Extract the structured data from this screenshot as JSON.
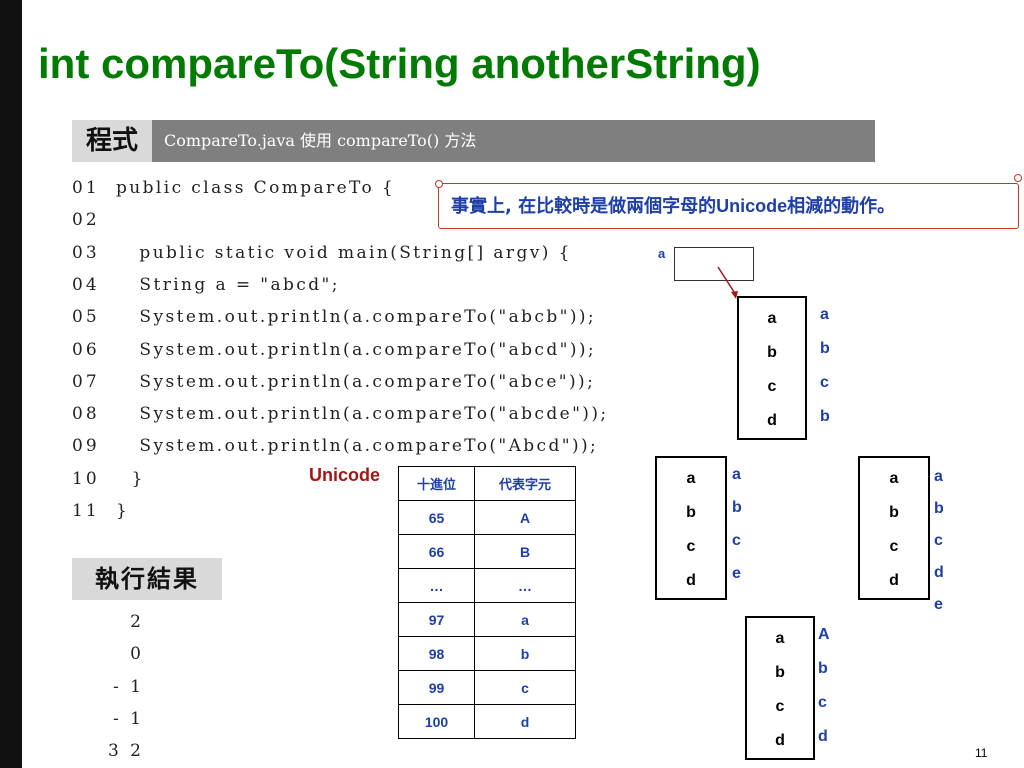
{
  "title": "int compareTo(String anotherString)",
  "program_header": {
    "badge": "程式",
    "caption": "CompareTo.java 使用 compareTo() 方法"
  },
  "code_lines": [
    {
      "ln": "01",
      "code": "public class CompareTo {"
    },
    {
      "ln": "02",
      "code": ""
    },
    {
      "ln": "03",
      "code": "   public static void main(String[] argv) {"
    },
    {
      "ln": "04",
      "code": "   String a = \"abcd\";"
    },
    {
      "ln": "05",
      "code": "   System.out.println(a.compareTo(\"abcb\"));"
    },
    {
      "ln": "06",
      "code": "   System.out.println(a.compareTo(\"abcd\"));"
    },
    {
      "ln": "07",
      "code": "   System.out.println(a.compareTo(\"abce\"));"
    },
    {
      "ln": "08",
      "code": "   System.out.println(a.compareTo(\"abcde\"));"
    },
    {
      "ln": "09",
      "code": "   System.out.println(a.compareTo(\"Abcd\"));"
    },
    {
      "ln": "10",
      "code": "  }"
    },
    {
      "ln": "11",
      "code": "}"
    }
  ],
  "callout": {
    "prefix": "事實上, 在比較時是做兩個字母的",
    "highlight": "Unicode",
    "suffix": "相減的動作。"
  },
  "variable_label": "a",
  "unicode_label": "Unicode",
  "unicode_table": {
    "headers": [
      "十進位",
      "代表字元"
    ],
    "rows": [
      [
        "65",
        "A"
      ],
      [
        "66",
        "B"
      ],
      [
        "…",
        "…"
      ],
      [
        "97",
        "a"
      ],
      [
        "98",
        "b"
      ],
      [
        "99",
        "c"
      ],
      [
        "100",
        "d"
      ]
    ]
  },
  "comparison_groups": [
    {
      "boxed": [
        "a",
        "b",
        "c",
        "d"
      ],
      "compared": [
        "a",
        "b",
        "c",
        "b"
      ]
    },
    {
      "boxed": [
        "a",
        "b",
        "c",
        "d"
      ],
      "compared": [
        "a",
        "b",
        "c",
        "e"
      ]
    },
    {
      "boxed": [
        "a",
        "b",
        "c",
        "d"
      ],
      "compared": [
        "a",
        "b",
        "c",
        "d",
        "e"
      ]
    },
    {
      "boxed": [
        "a",
        "b",
        "c",
        "d"
      ],
      "compared": [
        "A",
        "b",
        "c",
        "d"
      ]
    }
  ],
  "run_result": {
    "badge": "執行結果",
    "outputs": [
      "2",
      "0",
      "- 1",
      "- 1",
      "3 2"
    ]
  },
  "page_number": "11",
  "colors": {
    "title": "#007a00",
    "blue": "#1f3fa8",
    "red": "#a01818",
    "header_gray": "#7f7f7f"
  }
}
